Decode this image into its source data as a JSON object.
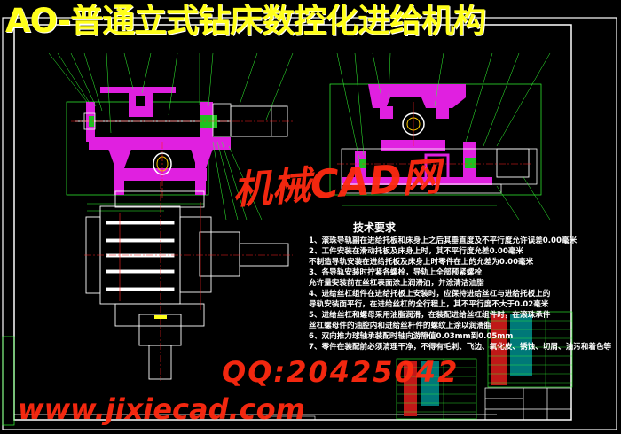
{
  "title": "AO-普通立式钻床数控化进给机构",
  "tech_requirements": {
    "heading": "技术要求",
    "lines": [
      "1、滚珠导轨副在进给托板和床身上之后其垂直度及不平行度允许误差0.00毫米",
      "2、工件安装在滑动托板及床身上时，其不平行度允差0.00毫米",
      "   不制造导轨安装在进给托板及床身上时零件在上的允差为0.00毫米",
      "3、各导轨安装时拧紧各螺栓，导轨上全部预紧螺栓",
      "   允许量安装前在丝杠表面涂上润滑油，并涂清洁油脂",
      "4、进给丝杠组件在进给托板上安装时，应保持进给丝杠与进给托板上的",
      "   导轨安装面平行，在进给丝杠的全行程上，其不平行度不大于0.02毫米",
      "5、进给丝杠和螺母采用油脂润滑，在装配进给丝杠组件时，在滚珠承件",
      "   丝杠螺母件的油腔内和进给丝杆件的螺纹上涂以润滑脂",
      "6、双向推力球轴承装配时轴向游隙值0.03mm到0.05mm",
      "7、零件在装配前必须清理干净，不得有毛刺、飞边、氧化皮、锈蚀、切屑、油污和着色等"
    ]
  },
  "watermark": {
    "line1": "机械CAD网",
    "line2": "www.jixiecad.com",
    "line3": "QQ:20425042"
  },
  "colors": {
    "background": "#000000",
    "title": "#ffff1a",
    "outline": "#ffffff",
    "leader": "#33ff33",
    "section": "#e020e0",
    "center": "#ff2020",
    "table": "#00ffff",
    "watermark": "#ff2a10"
  }
}
